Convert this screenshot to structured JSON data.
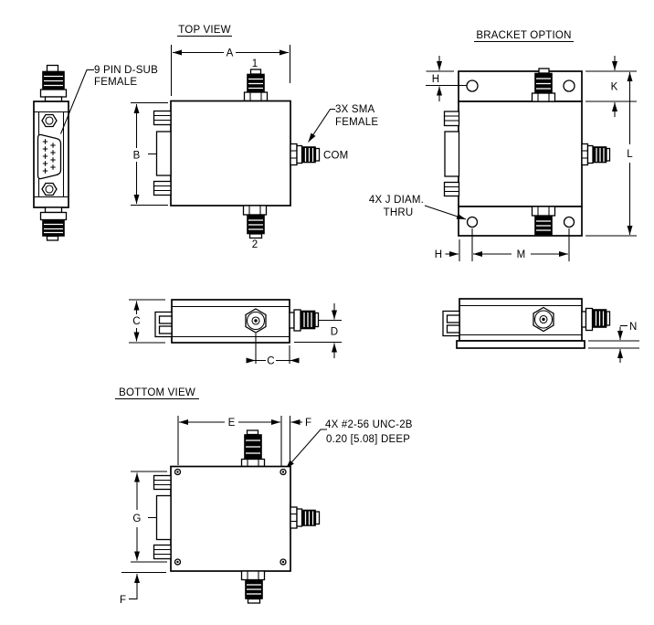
{
  "drawing": {
    "background_color": "#ffffff",
    "line_color": "#000000",
    "side_view_left": {
      "connector_label_line1": "9 PIN D-SUB",
      "connector_label_line2": "FEMALE"
    },
    "top_view": {
      "title": "TOP VIEW",
      "dim_width": "A",
      "dim_height": "B",
      "port_top": "1",
      "port_bottom": "2",
      "port_common": "COM",
      "sma_note_line1": "3X SMA",
      "sma_note_line2": "FEMALE"
    },
    "bracket_option_view": {
      "title": "BRACKET OPTION",
      "dim_hole_offset_top": "H",
      "dim_bracket_height": "K",
      "dim_overall_length": "L",
      "dim_hole_offset_bottom": "H",
      "dim_hole_spacing": "M",
      "hole_note_line1": "4X J DIAM.",
      "hole_note_line2": "THRU"
    },
    "front_side_view": {
      "dim_body_height": "C",
      "dim_connector_offset": "C",
      "dim_connector_center": "D"
    },
    "bracket_side_view": {
      "dim_bracket_thickness": "N"
    },
    "bottom_view": {
      "title": "BOTTOM VIEW",
      "dim_hole_span": "E",
      "dim_hole_edge_top": "F",
      "dim_hole_span_vertical": "G",
      "dim_hole_edge_bottom": "F",
      "screw_note_line1": "4X #2-56 UNC-2B",
      "screw_note_line2": "0.20 [5.08] DEEP"
    }
  }
}
